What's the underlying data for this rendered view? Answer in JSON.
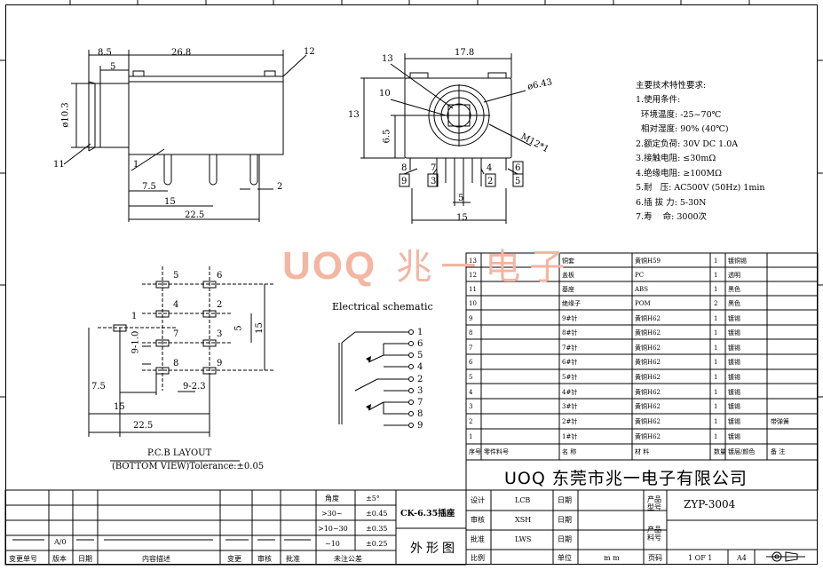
{
  "watermark": {
    "latin": "UOQ",
    "cjk": "兆一电子"
  },
  "company": "UOQ 东莞市兆一电子有限公司",
  "side_view": {
    "dims": {
      "d1": "8.5",
      "d2": "26.8",
      "d3": "5",
      "d4": "ø10.3",
      "d5": "7.5",
      "d6": "15",
      "d7": "22.5",
      "d8": "2"
    },
    "callouts": {
      "c12": "12",
      "c11": "11",
      "c1": "1"
    }
  },
  "front_view": {
    "dims": {
      "w": "17.8",
      "h": "13",
      "h2": "6.5",
      "dia": "ø6.43",
      "thread": "M12*1",
      "p5": "5",
      "w15": "15"
    },
    "callouts": {
      "c13": "13",
      "c10": "10",
      "c8": "8",
      "c7": "7",
      "c5": "5",
      "c4": "4",
      "c6": "6",
      "c9": "9",
      "c3": "3",
      "c2": "2"
    }
  },
  "pcb": {
    "pins": {
      "p5": "5",
      "p6": "6",
      "p4": "4",
      "p2": "2",
      "p1": "1",
      "p7": "7",
      "p3": "3",
      "p8": "8",
      "p9": "9"
    },
    "dims": {
      "d5": "5",
      "d15": "15",
      "d9_1": "9-1.0",
      "d9_2": "9-2.3",
      "d7_5": "7.5",
      "d15b": "15",
      "d22_5": "22.5"
    },
    "title": "P.C.B LAYOUT",
    "subtitle": "(BOTTOM VIEW)Tolerance:±0.05"
  },
  "schematic": {
    "title": "Electrical schematic",
    "pins": [
      "1",
      "6",
      "5",
      "4",
      "2",
      "3",
      "7",
      "8",
      "9"
    ]
  },
  "specs": {
    "heading": "主要技术特性要求:",
    "lines": [
      "1.使用条件:",
      "  环境温度: -25~70℃",
      "  相对湿度: 90% (40℃)",
      "2.额定负荷: 30V DC 1.0A",
      "3.接触电阻: ≤30mΩ",
      "4.绝缘电阻: ≥100MΩ",
      "5.耐   压: AC500V (50Hz) 1min",
      "6.插 拔 力: 5-30N",
      "7.寿    命: 3000次"
    ]
  },
  "bom": {
    "header": [
      "序号",
      "零件料号",
      "名   称",
      "材   料",
      "数量",
      "镀层/颜色",
      "备  注"
    ],
    "rows": [
      [
        "13",
        "",
        "铜套",
        "黄铜H59",
        "1",
        "镀铜锡",
        ""
      ],
      [
        "12",
        "",
        "盖板",
        "PC",
        "1",
        "透明",
        ""
      ],
      [
        "11",
        "",
        "基座",
        "ABS",
        "1",
        "黑色",
        ""
      ],
      [
        "10",
        "",
        "绝缘子",
        "POM",
        "2",
        "黑色",
        ""
      ],
      [
        "9",
        "",
        "9#针",
        "黄铜H62",
        "1",
        "镀锡",
        ""
      ],
      [
        "8",
        "",
        "8#针",
        "黄铜H62",
        "1",
        "镀锡",
        ""
      ],
      [
        "7",
        "",
        "7#针",
        "黄铜H62",
        "1",
        "镀锡",
        ""
      ],
      [
        "6",
        "",
        "6#针",
        "黄铜H62",
        "1",
        "镀锡",
        ""
      ],
      [
        "5",
        "",
        "5#针",
        "黄铜H62",
        "1",
        "镀锡",
        ""
      ],
      [
        "4",
        "",
        "4#针",
        "黄铜H62",
        "1",
        "镀锡",
        ""
      ],
      [
        "3",
        "",
        "3#针",
        "黄铜H62",
        "1",
        "镀锡",
        ""
      ],
      [
        "2",
        "",
        "2#针",
        "黄铜H62",
        "1",
        "镀锡",
        "带弹簧"
      ],
      [
        "1",
        "",
        "1#针",
        "黄铜H62",
        "1",
        "镀锡",
        ""
      ]
    ]
  },
  "title_block": {
    "design_label": "设计",
    "design_name": "LCB",
    "date1": "日期",
    "review_label": "审核",
    "review_name": "XSH",
    "date2": "日期",
    "approve_label": "批准",
    "approve_name": "LWS",
    "date3": "日期",
    "scale_label": "比例",
    "unit_label": "单位",
    "unit_value": "m m",
    "page_label": "页码",
    "page_value": "1 OF 1",
    "size_value": "A4",
    "product_model_label": "产品型号",
    "model": "ZYP-3004",
    "product_part_label": "产品料号",
    "part_name": "CK-6.35插座",
    "outline": "外形图"
  },
  "tolerance": {
    "header_angle": "角度",
    "header_angle_val": "±5°",
    "rows": [
      [
        ">30~",
        "±0.45"
      ],
      [
        ">10~30",
        "±0.35"
      ],
      [
        "~10",
        "±0.25"
      ]
    ],
    "sign_label": "未注公差"
  },
  "revision": {
    "cols": [
      "变更单号",
      "版本",
      "日期",
      "内容描述",
      "变更",
      "审核",
      "批准"
    ],
    "version": "A/0"
  }
}
